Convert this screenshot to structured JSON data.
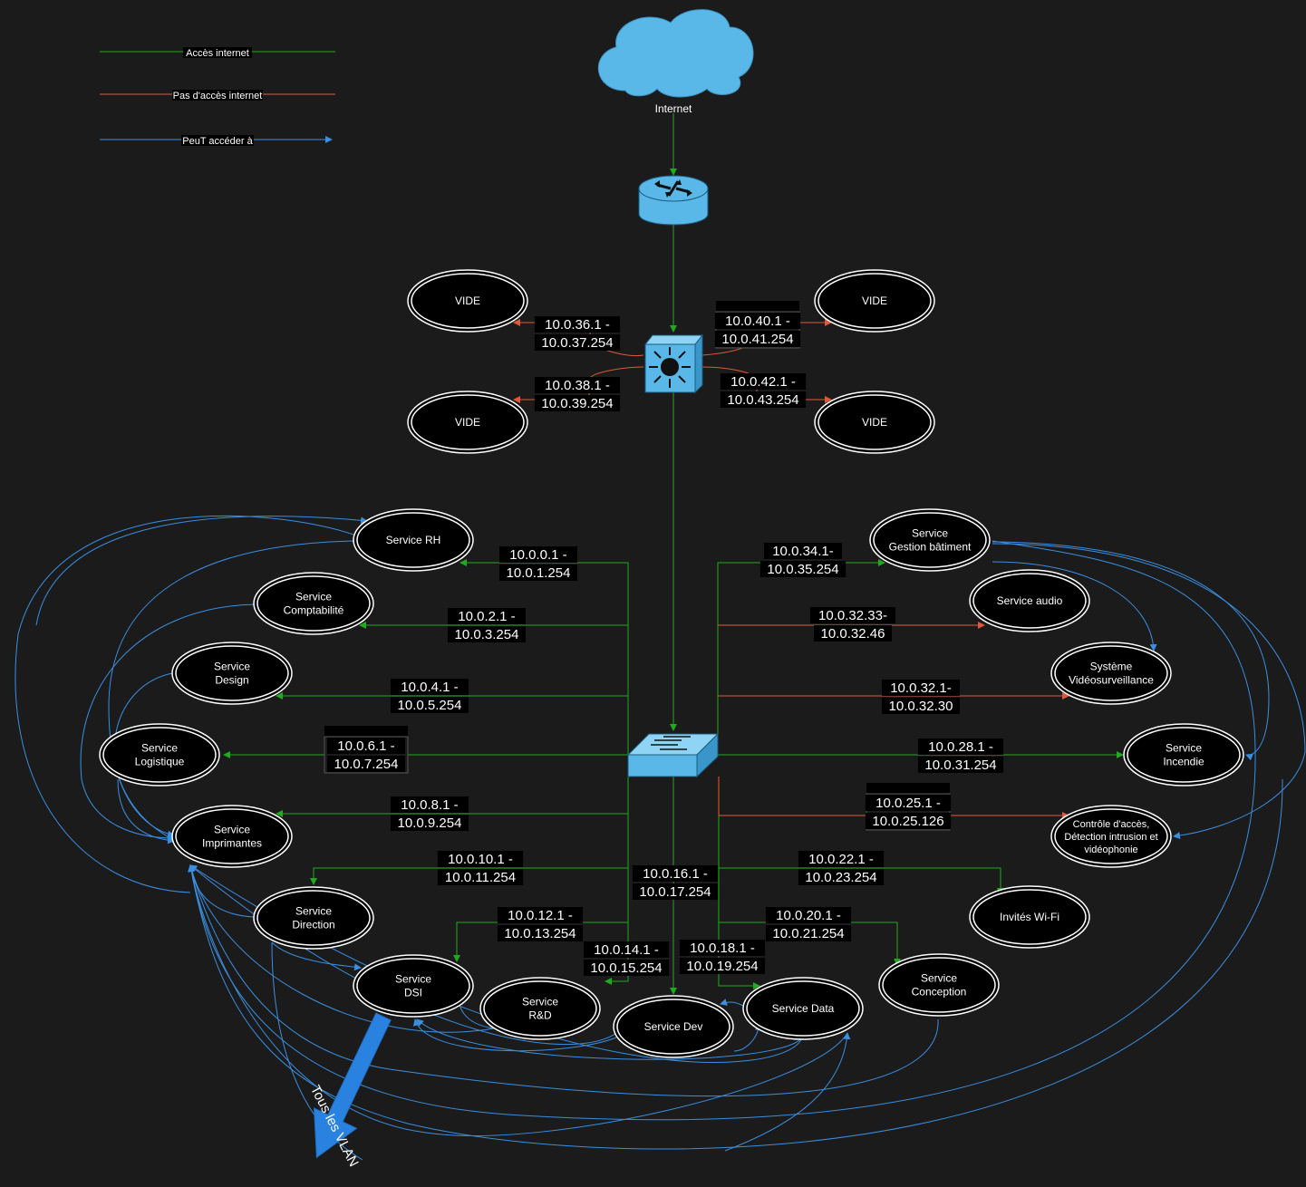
{
  "colors": {
    "background": "#1b1b1b",
    "internet_line": "#1faa1f",
    "no_internet_line": "#e0583a",
    "access_line": "#3b8ee0",
    "device_blue": "#5ab8e8",
    "cloud": "#5ab8e8",
    "big_arrow": "#2a82e0"
  },
  "legend": [
    {
      "id": "internet",
      "label": "Accès internet",
      "color": "#1faa1f"
    },
    {
      "id": "nointernet",
      "label": "Pas d'accès internet",
      "color": "#e0583a"
    },
    {
      "id": "access",
      "label": "PeuT accéder à",
      "color": "#3b8ee0"
    }
  ],
  "devices": {
    "cloud_label": "Internet",
    "router_icon": "router-icon",
    "l3switch_icon": "layer3-switch-icon",
    "switch_icon": "switch-icon"
  },
  "nodes": [
    {
      "id": "vide1",
      "lines": [
        "VIDE"
      ]
    },
    {
      "id": "vide2",
      "lines": [
        "VIDE"
      ]
    },
    {
      "id": "vide3",
      "lines": [
        "VIDE"
      ]
    },
    {
      "id": "vide4",
      "lines": [
        "VIDE"
      ]
    },
    {
      "id": "rh",
      "lines": [
        "Service RH"
      ]
    },
    {
      "id": "compta",
      "lines": [
        "Service",
        "Comptabilité"
      ]
    },
    {
      "id": "design",
      "lines": [
        "Service",
        "Design"
      ]
    },
    {
      "id": "logistique",
      "lines": [
        "Service",
        "Logistique"
      ]
    },
    {
      "id": "imprimantes",
      "lines": [
        "Service",
        "Imprimantes"
      ]
    },
    {
      "id": "direction",
      "lines": [
        "Service",
        "Direction"
      ]
    },
    {
      "id": "dsi",
      "lines": [
        "Service",
        "DSI"
      ]
    },
    {
      "id": "rd",
      "lines": [
        "Service",
        "R&D"
      ]
    },
    {
      "id": "dev",
      "lines": [
        "Service Dev"
      ]
    },
    {
      "id": "data",
      "lines": [
        "Service Data"
      ]
    },
    {
      "id": "conception",
      "lines": [
        "Service",
        "Conception"
      ]
    },
    {
      "id": "wifi",
      "lines": [
        "Invités Wi-Fi"
      ]
    },
    {
      "id": "acces",
      "lines": [
        "Contrôle d'accès,",
        "Détection intrusion et",
        "vidéophonie"
      ]
    },
    {
      "id": "incendie",
      "lines": [
        "Service",
        "Incendie"
      ]
    },
    {
      "id": "video",
      "lines": [
        "Système",
        "Vidéosurveillance"
      ]
    },
    {
      "id": "audio",
      "lines": [
        "Service audio"
      ]
    },
    {
      "id": "batiment",
      "lines": [
        "Service",
        "Gestion bâtiment"
      ]
    }
  ],
  "edge_labels": [
    {
      "id": "l-vide1",
      "lines": [
        "10.0.36.1 -",
        "10.0.37.254"
      ]
    },
    {
      "id": "l-vide2",
      "lines": [
        "10.0.40.1 -",
        "10.0.41.254"
      ]
    },
    {
      "id": "l-vide3",
      "lines": [
        "10.0.38.1 -",
        "10.0.39.254"
      ]
    },
    {
      "id": "l-vide4",
      "lines": [
        "10.0.42.1 -",
        "10.0.43.254"
      ]
    },
    {
      "id": "l-rh",
      "lines": [
        "10.0.0.1 -",
        "10.0.1.254"
      ]
    },
    {
      "id": "l-compta",
      "lines": [
        "10.0.2.1 -",
        "10.0.3.254"
      ]
    },
    {
      "id": "l-design",
      "lines": [
        "10.0.4.1 -",
        "10.0.5.254"
      ]
    },
    {
      "id": "l-logistique",
      "lines": [
        "10.0.6.1 -",
        "10.0.7.254"
      ]
    },
    {
      "id": "l-imprimantes",
      "lines": [
        "10.0.8.1 -",
        "10.0.9.254"
      ]
    },
    {
      "id": "l-direction",
      "lines": [
        "10.0.10.1 -",
        "10.0.11.254"
      ]
    },
    {
      "id": "l-dsi",
      "lines": [
        "10.0.12.1 -",
        "10.0.13.254"
      ]
    },
    {
      "id": "l-rd",
      "lines": [
        "10.0.14.1 -",
        "10.0.15.254"
      ]
    },
    {
      "id": "l-dev",
      "lines": [
        "10.0.16.1 -",
        "10.0.17.254"
      ]
    },
    {
      "id": "l-data",
      "lines": [
        "10.0.18.1 -",
        "10.0.19.254"
      ]
    },
    {
      "id": "l-conception",
      "lines": [
        "10.0.20.1 -",
        "10.0.21.254"
      ]
    },
    {
      "id": "l-wifi",
      "lines": [
        "10.0.22.1 -",
        "10.0.23.254"
      ]
    },
    {
      "id": "l-acces",
      "lines": [
        "10.0.25.1 -",
        "10.0.25.126"
      ]
    },
    {
      "id": "l-incendie",
      "lines": [
        "10.0.28.1 -",
        "10.0.31.254"
      ]
    },
    {
      "id": "l-video",
      "lines": [
        "10.0.32.1-",
        "10.0.32.30"
      ]
    },
    {
      "id": "l-audio",
      "lines": [
        "10.0.32.33-",
        "10.0.32.46"
      ]
    },
    {
      "id": "l-batiment",
      "lines": [
        "10.0.34.1-",
        "10.0.35.254"
      ]
    }
  ],
  "big_arrow_label": "Tous les VLAN"
}
